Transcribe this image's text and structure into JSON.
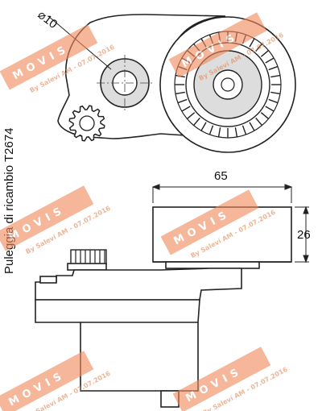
{
  "drawing": {
    "side_label": "Puleggia di ricambio T2674",
    "dim_width": "65",
    "dim_height": "26",
    "dim_bore": "10"
  },
  "watermark": {
    "brand": "MOVIS",
    "signature": "By Saleví AM - 07.07.2016",
    "colors": {
      "band": "#f08a5d",
      "signature": "#e08a5a"
    }
  },
  "colors": {
    "line": "#222222",
    "hatch": "#888888",
    "bore_fill": "#dddddd"
  }
}
